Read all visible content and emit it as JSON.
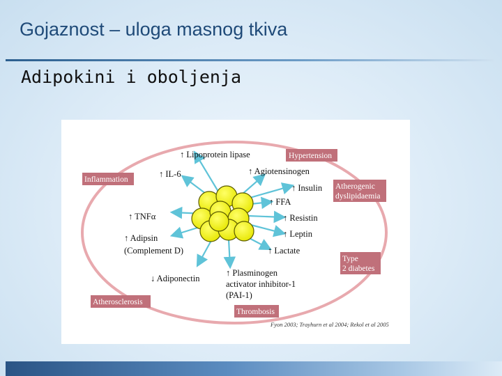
{
  "slide": {
    "title": "Gojaznost – uloga masnog tkiva",
    "subtitle": "Adipokini i oboljenja"
  },
  "diagram": {
    "adipokines": [
      {
        "id": "lipoprotein-lipase",
        "label": "↑ Lipoprotein lipase"
      },
      {
        "id": "il6",
        "label": "↑ IL-6"
      },
      {
        "id": "angiotensinogen",
        "label": "↑ Agiotensinogen"
      },
      {
        "id": "insulin",
        "label": "↑ Insulin"
      },
      {
        "id": "ffa",
        "label": "↑ FFA"
      },
      {
        "id": "tnfa",
        "label": "↑ TNFα"
      },
      {
        "id": "resistin",
        "label": "↑ Resistin"
      },
      {
        "id": "leptin",
        "label": "↑ Leptin"
      },
      {
        "id": "adipsin",
        "label": "↑ Adipsin"
      },
      {
        "id": "complement-d",
        "label": "(Complement D)"
      },
      {
        "id": "lactate",
        "label": "↑ Lactate"
      },
      {
        "id": "adiponectin",
        "label": "↓ Adiponectin"
      },
      {
        "id": "pai1-line1",
        "label": "↑ Plasminogen"
      },
      {
        "id": "pai1-line2",
        "label": "activator inhibitor-1"
      },
      {
        "id": "pai1-line3",
        "label": "(PAI-1)"
      }
    ],
    "diseases": [
      {
        "id": "hypertension",
        "label": "Hypertension"
      },
      {
        "id": "inflammation",
        "label": "Inflammation"
      },
      {
        "id": "dyslipidaemia-line1",
        "label": "Atherogenic"
      },
      {
        "id": "dyslipidaemia-line2",
        "label": "dyslipidaemia"
      },
      {
        "id": "diabetes-line1",
        "label": "Type"
      },
      {
        "id": "diabetes-line2",
        "label": "2 diabetes"
      },
      {
        "id": "atherosclerosis",
        "label": "Atherosclerosis"
      },
      {
        "id": "thrombosis",
        "label": "Thrombosis"
      }
    ],
    "citation": "Fyon 2003; Trayhurn et al 2004; Rekol et al 2005",
    "colors": {
      "ring": "#e8a9ae",
      "disease_box": "#c0707a",
      "arrow": "#5fc3d8",
      "adipocyte": "#f2f200"
    }
  }
}
